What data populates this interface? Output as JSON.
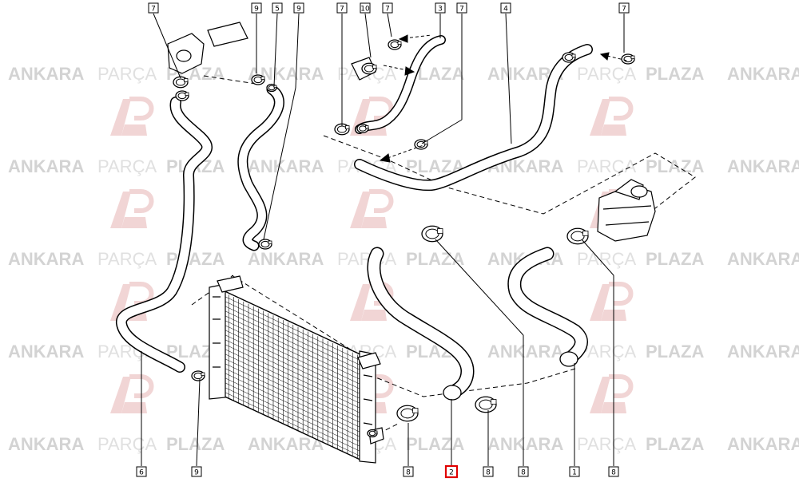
{
  "watermark": {
    "word1": "ANKARA",
    "word2": "PARÇA",
    "word3": "PLAZA",
    "logo_color": "#e6b3b3"
  },
  "diagram": {
    "highlight_color": "#e00000",
    "callouts": [
      {
        "id": "c7a",
        "label": "7"
      },
      {
        "id": "c9a",
        "label": "9"
      },
      {
        "id": "c5",
        "label": "5"
      },
      {
        "id": "c9b",
        "label": "9"
      },
      {
        "id": "c7b",
        "label": "7"
      },
      {
        "id": "c10",
        "label": "10"
      },
      {
        "id": "c7c",
        "label": "7"
      },
      {
        "id": "c3",
        "label": "3"
      },
      {
        "id": "c7d",
        "label": "7"
      },
      {
        "id": "c4",
        "label": "4"
      },
      {
        "id": "c7e",
        "label": "7"
      },
      {
        "id": "c6",
        "label": "6"
      },
      {
        "id": "c9c",
        "label": "9"
      },
      {
        "id": "c8a",
        "label": "8"
      },
      {
        "id": "c2",
        "label": "2",
        "highlighted": true
      },
      {
        "id": "c8b",
        "label": "8"
      },
      {
        "id": "c8c",
        "label": "8"
      },
      {
        "id": "c1",
        "label": "1"
      },
      {
        "id": "c8d",
        "label": "8"
      }
    ]
  }
}
